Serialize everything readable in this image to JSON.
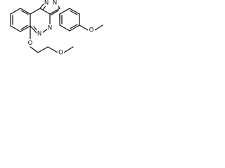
{
  "structure": {
    "atoms": {
      "n_triazole_1": "N",
      "n_triazole_2": "N",
      "n_pyridazine_1": "N",
      "n_pyridazine_2": "N",
      "o_ether_left": "O",
      "o_ether_right": "O",
      "o_methoxy_phenyl": "O"
    }
  }
}
